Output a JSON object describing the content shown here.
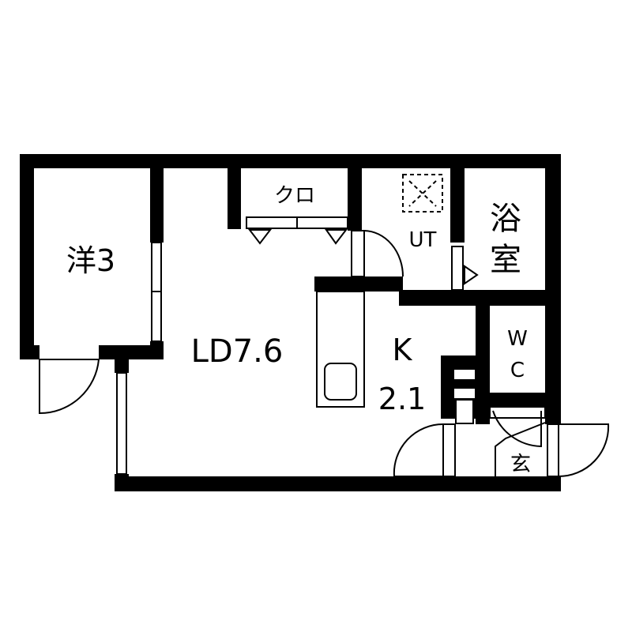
{
  "floor_plan": {
    "rooms": [
      {
        "id": "western_room",
        "label": "洋3",
        "kind": "Western-style room",
        "size_jo": 3
      },
      {
        "id": "living_dining",
        "label": "LD7.6",
        "kind": "Living/Dining",
        "size_jo": 7.6
      },
      {
        "id": "kitchen",
        "label_line1": "K",
        "label_line2": "2.1",
        "kind": "Kitchen",
        "size_jo": 2.1
      },
      {
        "id": "closet",
        "label": "クロ",
        "kind": "Closet"
      },
      {
        "id": "utility",
        "label": "UT",
        "kind": "Utility / washer space"
      },
      {
        "id": "bathroom",
        "label_line1": "浴",
        "label_line2": "室",
        "kind": "Bathroom"
      },
      {
        "id": "toilet",
        "label_line1": "W",
        "label_line2": "C",
        "kind": "Toilet"
      },
      {
        "id": "entrance",
        "label": "玄",
        "kind": "Entrance"
      }
    ],
    "colors": {
      "wall": "#000000",
      "background": "#ffffff",
      "line": "#000000"
    }
  }
}
